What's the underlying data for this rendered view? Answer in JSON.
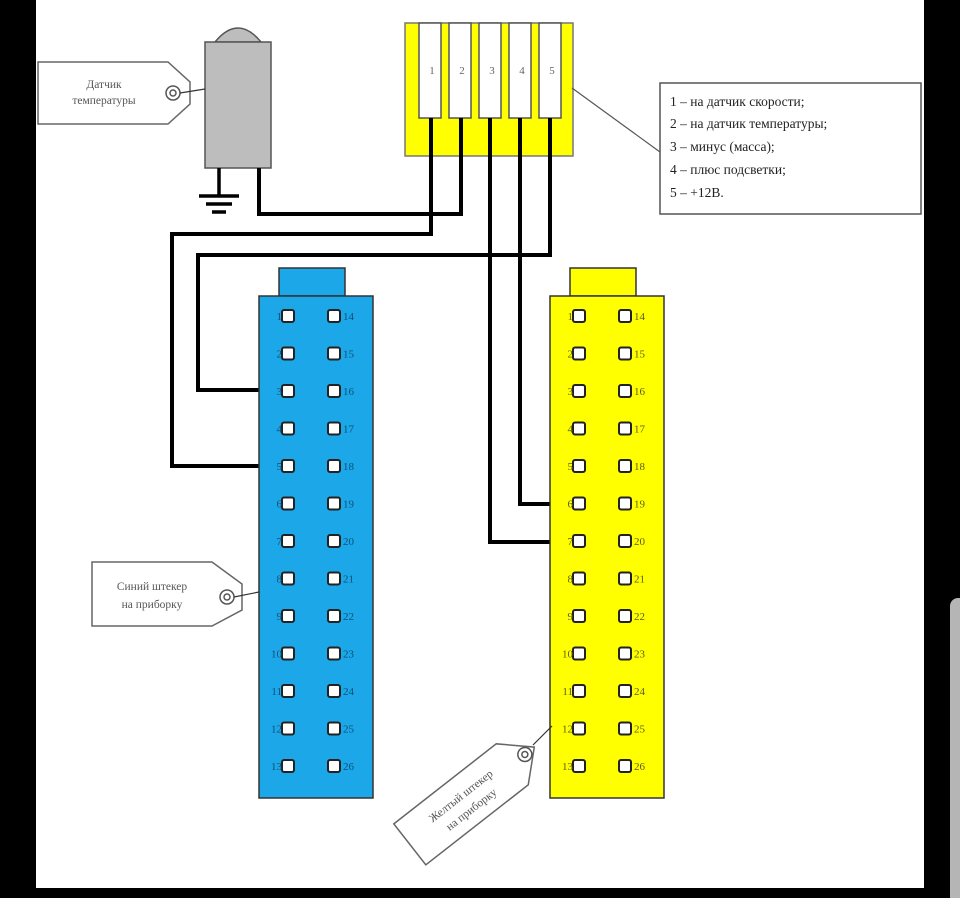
{
  "diagram": {
    "temp_sensor_tag": [
      "Датчик",
      "температуры"
    ],
    "terminal_block": {
      "terminals": [
        "1",
        "2",
        "3",
        "4",
        "5"
      ],
      "color": "#ffff00"
    },
    "legend": {
      "lines": [
        "1 – на датчик скорости;",
        "2 – на датчик температуры;",
        "3 – минус (масса);",
        "4 – плюс подсветки;",
        "5 – +12В."
      ]
    },
    "blue_connector": {
      "color": "#1ba7e8",
      "tag": [
        "Синий штекер",
        "на приборку"
      ],
      "left_pins": [
        "1",
        "2",
        "3",
        "4",
        "5",
        "6",
        "7",
        "8",
        "9",
        "10",
        "11",
        "12",
        "13"
      ],
      "right_pins": [
        "14",
        "15",
        "16",
        "17",
        "18",
        "19",
        "20",
        "21",
        "22",
        "23",
        "24",
        "25",
        "26"
      ]
    },
    "yellow_connector": {
      "color": "#ffff00",
      "tag": [
        "Желтый штекер",
        "на приборку"
      ],
      "left_pins": [
        "1",
        "2",
        "3",
        "4",
        "5",
        "6",
        "7",
        "8",
        "9",
        "10",
        "11",
        "12",
        "13"
      ],
      "right_pins": [
        "14",
        "15",
        "16",
        "17",
        "18",
        "19",
        "20",
        "21",
        "22",
        "23",
        "24",
        "25",
        "26"
      ]
    },
    "wiring": [
      {
        "from_terminal": "1",
        "to": "blue connector pin 5"
      },
      {
        "from_terminal": "2",
        "to": "temperature sensor"
      },
      {
        "from_terminal": "3",
        "to": "yellow connector pin 7"
      },
      {
        "from_terminal": "4",
        "to": "yellow connector pin 6"
      },
      {
        "from_terminal": "5",
        "to": "blue connector pin 3"
      }
    ]
  }
}
